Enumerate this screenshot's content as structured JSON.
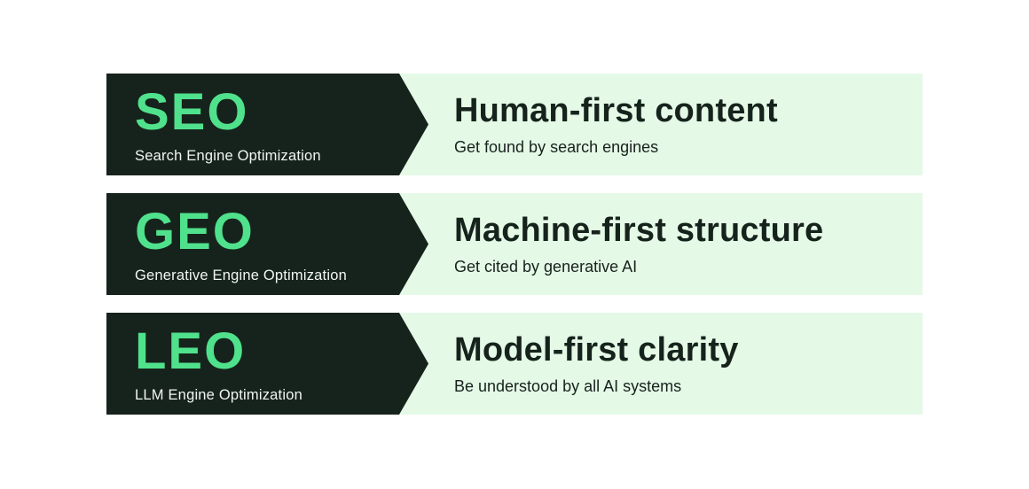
{
  "colors": {
    "label_background": "#16231c",
    "panel_background": "#e5f9e7",
    "accent_green": "#50e18c",
    "heading_text": "#16231c",
    "label_subtitle_text": "#f2f6f2",
    "page_background": "#ffffff"
  },
  "rows": [
    {
      "acronym": "SEO",
      "full_name": "Search Engine Optimization",
      "heading": "Human-first content",
      "description": "Get found by search engines"
    },
    {
      "acronym": "GEO",
      "full_name": "Generative Engine Optimization",
      "heading": "Machine-first structure",
      "description": "Get cited by generative AI"
    },
    {
      "acronym": "LEO",
      "full_name": "LLM Engine Optimization",
      "heading": "Model-first clarity",
      "description": "Be understood by all AI systems"
    }
  ]
}
